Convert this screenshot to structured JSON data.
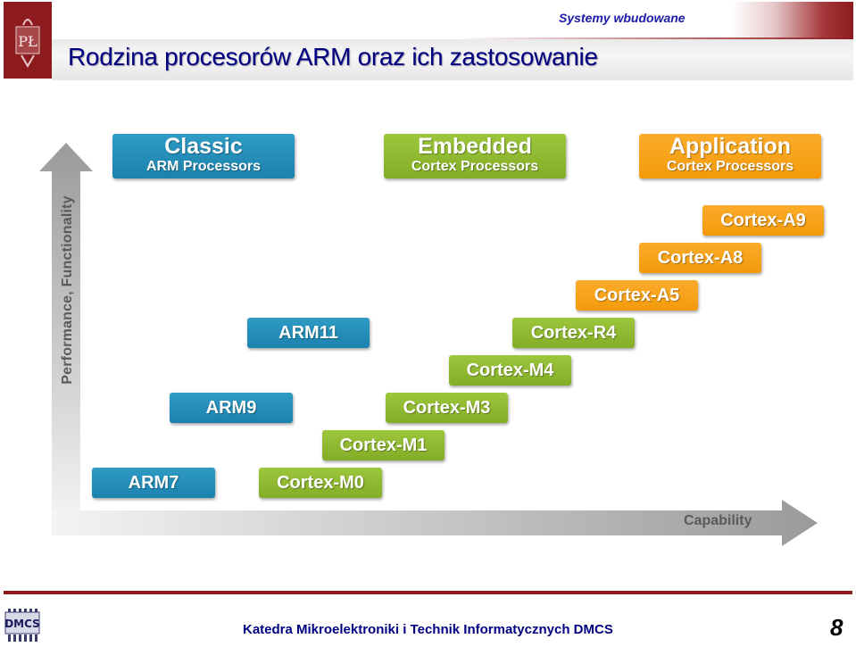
{
  "header": {
    "subject": "Systemy wbudowane",
    "title": "Rodzina procesorów ARM oraz ich zastosowanie",
    "logo_text": "PŁ"
  },
  "diagram": {
    "y_axis_label": "Performance, Functionality",
    "x_axis_label": "Capability",
    "categories": [
      {
        "big": "Classic",
        "small": "ARM Processors",
        "color": "#1b82ad"
      },
      {
        "big": "Embedded",
        "small": "Cortex Processors",
        "color": "#84ad27"
      },
      {
        "big": "Application",
        "small": "Cortex Processors",
        "color": "#f39a0b"
      }
    ],
    "processors": [
      {
        "label": "ARM7",
        "color": "blue"
      },
      {
        "label": "ARM9",
        "color": "blue"
      },
      {
        "label": "ARM11",
        "color": "blue"
      },
      {
        "label": "Cortex-M0",
        "color": "green"
      },
      {
        "label": "Cortex-M1",
        "color": "green"
      },
      {
        "label": "Cortex-M3",
        "color": "green"
      },
      {
        "label": "Cortex-M4",
        "color": "green"
      },
      {
        "label": "Cortex-R4",
        "color": "green"
      },
      {
        "label": "Cortex-A5",
        "color": "orange"
      },
      {
        "label": "Cortex-A8",
        "color": "orange"
      },
      {
        "label": "Cortex-A9",
        "color": "orange"
      }
    ]
  },
  "footer": {
    "department": "Katedra Mikroelektroniki i Technik Informatycznych DMCS",
    "page_number": "8",
    "logo_text": "DMCS"
  }
}
